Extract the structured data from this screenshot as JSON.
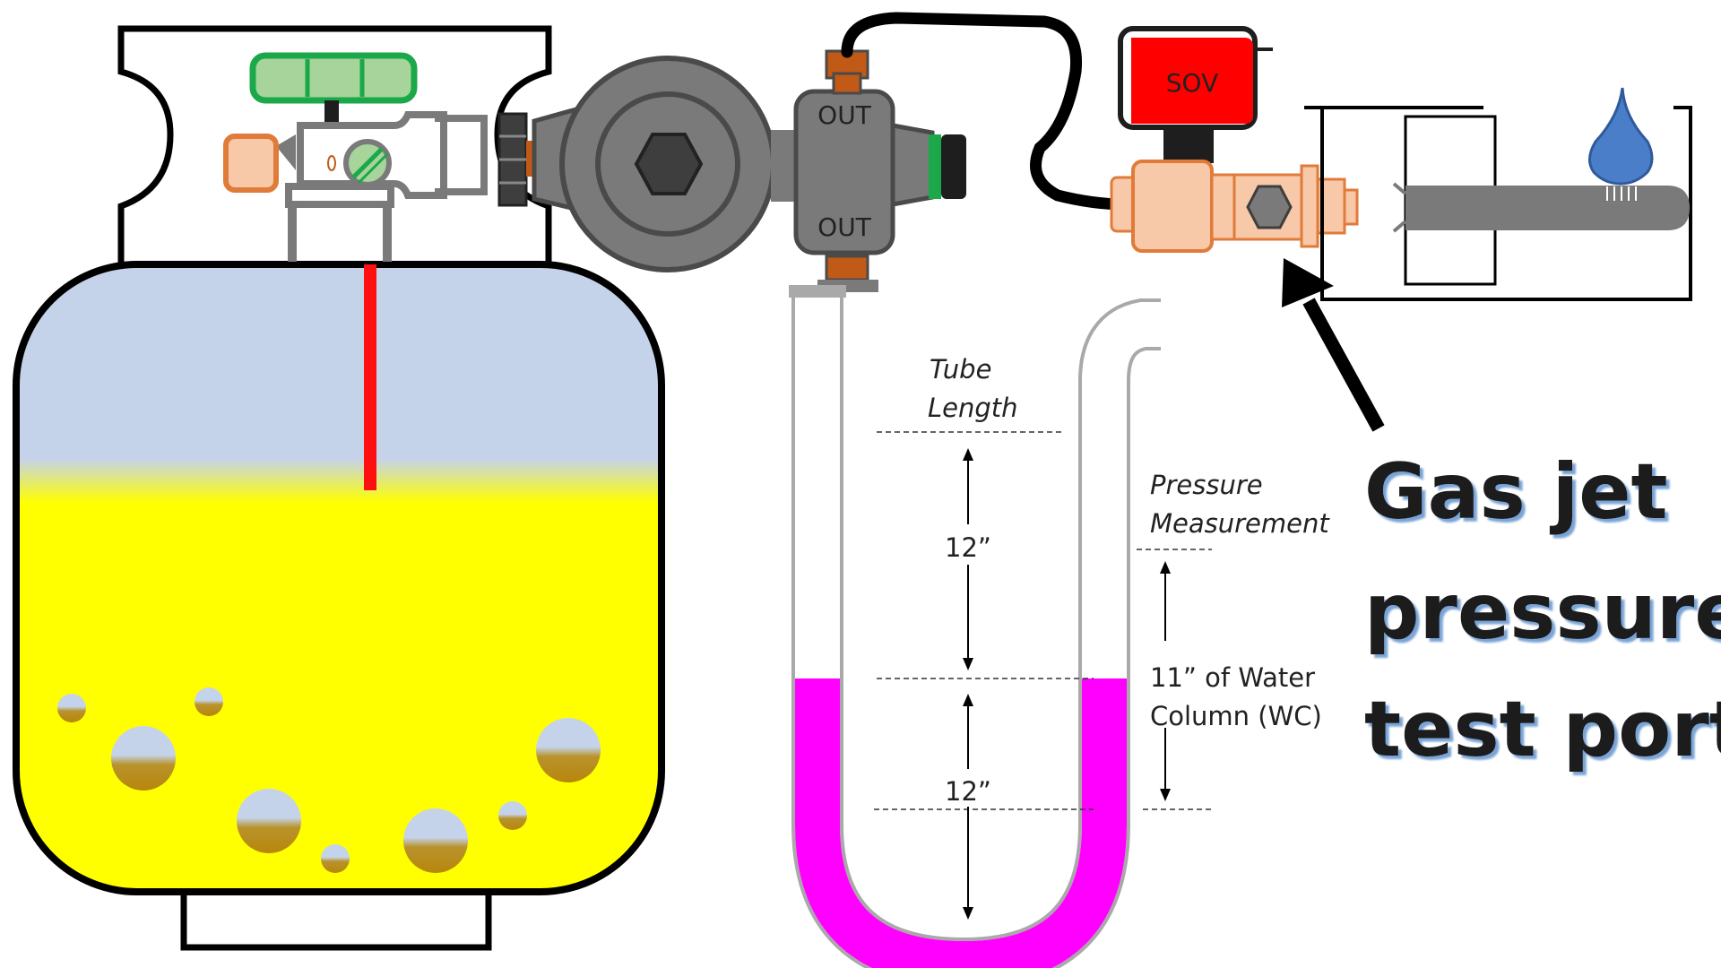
{
  "labels": {
    "sov": "SOV",
    "out_top": "OUT",
    "out_bottom": "OUT",
    "tube_length_line1": "Tube",
    "tube_length_line2": "Length",
    "dim_upper": "12”",
    "dim_lower": "12”",
    "pressure_line1": "Pressure",
    "pressure_line2": "Measurement",
    "wc_line1": "11” of Water",
    "wc_line2": "Column (WC)",
    "callout_line1": "Gas jet",
    "callout_line2": "pressure",
    "callout_line3": "test port"
  },
  "colors": {
    "vapor": "#c5d3ea",
    "liquid": "#ffff00",
    "dip_tube": "#ff1010",
    "regulator": "#7a7a7a",
    "regulator_dark": "#3e3e3e",
    "fitting": "#c25a17",
    "sov_red": "#ff0000",
    "valve_body": "#f7c9a8",
    "manometer_fluid": "#ff00ff",
    "hand_wheel": "#a7d49a",
    "hand_wheel_border": "#1aa84a",
    "burner_flame": "#4a7ec8",
    "text_shadow": "#7aa4d6"
  },
  "icons": {
    "tank": "propane-tank-icon",
    "regulator": "regulator-icon",
    "solenoid": "solenoid-valve-icon",
    "flame": "flame-icon",
    "arrow": "callout-arrow-icon"
  }
}
